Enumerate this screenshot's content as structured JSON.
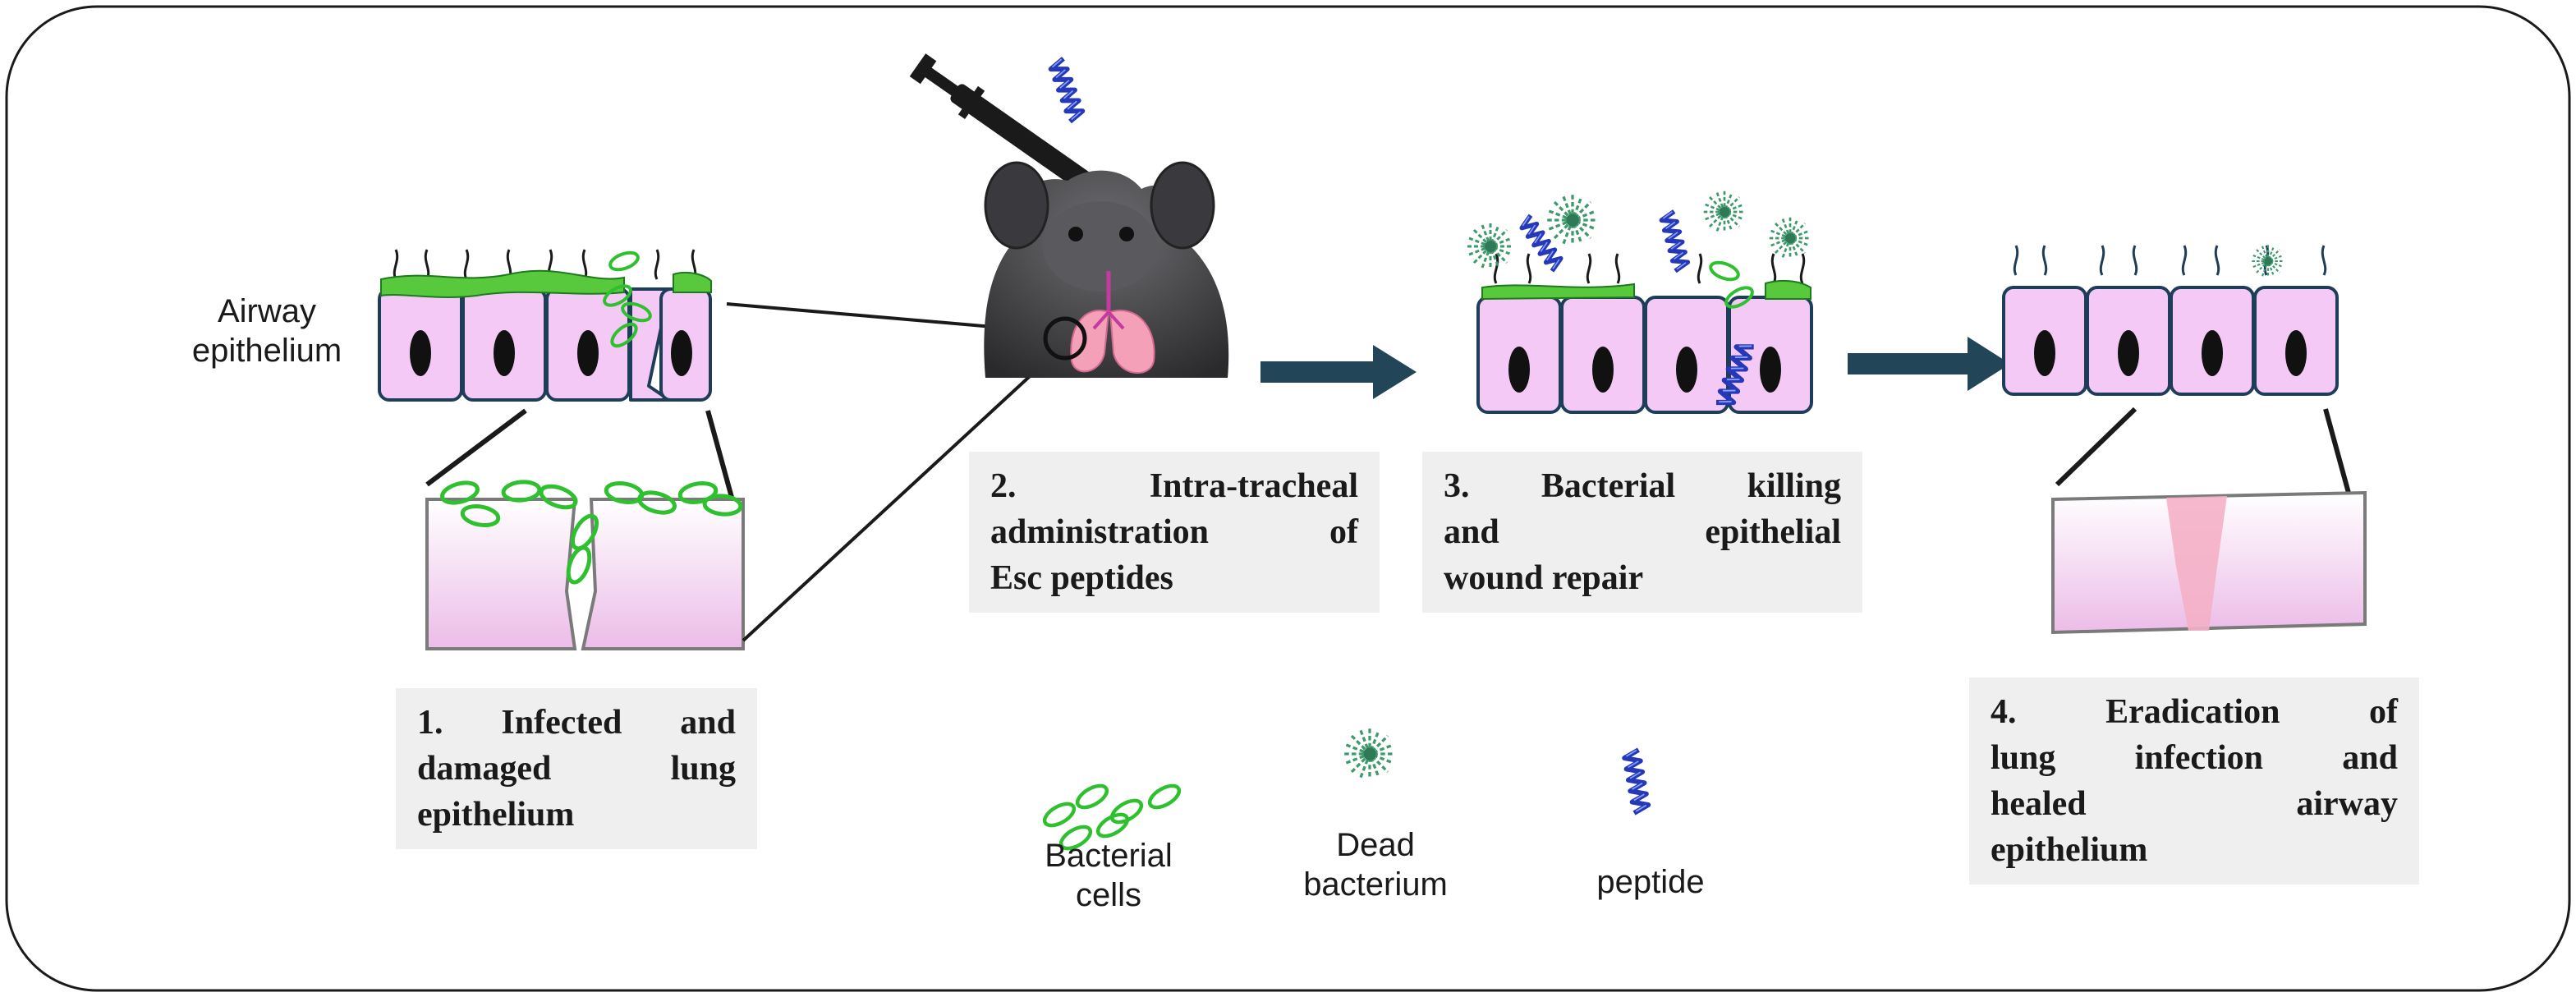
{
  "diagram": {
    "side_label": {
      "line1": "Airway",
      "line2": "epithelium"
    },
    "steps": [
      {
        "number": "1.",
        "lines": [
          "Infected and",
          "damaged lung",
          "epithelium"
        ]
      },
      {
        "number": "2.",
        "lines": [
          "Intra-tracheal",
          "administration of",
          "Esc peptides"
        ]
      },
      {
        "number": "3.",
        "lines": [
          "Bacterial killing",
          "and epithelial",
          "wound repair"
        ]
      },
      {
        "number": "4.",
        "lines": [
          "Eradication of",
          "lung infection and",
          "healed airway",
          "epithelium"
        ]
      }
    ],
    "legend": [
      {
        "icon": "bacteria-icon",
        "line1": "Bacterial",
        "line2": "cells"
      },
      {
        "icon": "dead-bacterium-icon",
        "line1": "Dead",
        "line2": "bacterium"
      },
      {
        "icon": "peptide-icon",
        "line1": "peptide",
        "line2": ""
      }
    ],
    "colors": {
      "cell_fill": "#f5c9f5",
      "cell_stroke": "#1e3d58",
      "nucleus": "#111111",
      "bacteria": "#2ec02e",
      "mucus": "#58c83c",
      "dead_bacterium": "#3e9a6a",
      "peptide": "#2438b8",
      "arrow": "#234558",
      "caption_bg": "#efefef"
    }
  }
}
